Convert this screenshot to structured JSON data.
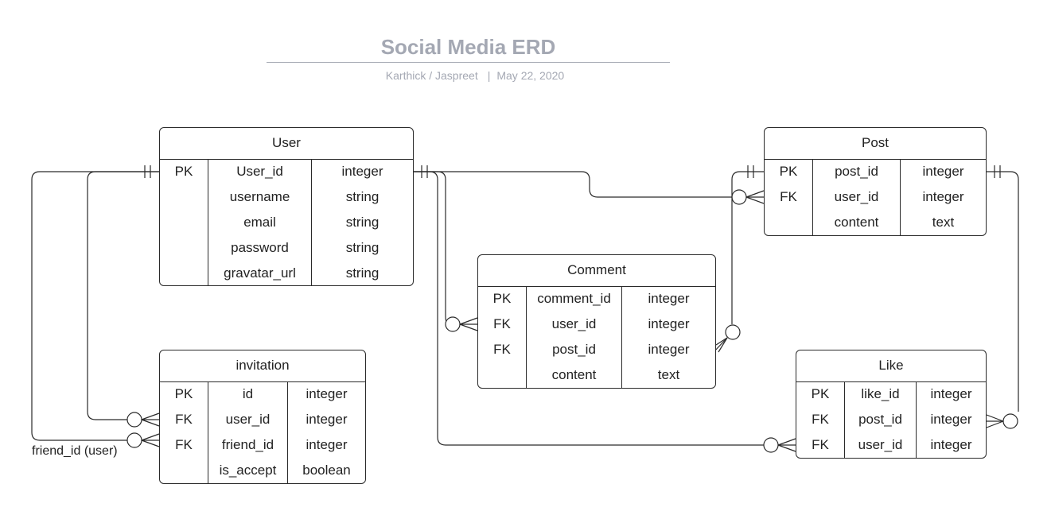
{
  "header": {
    "title": "Social Media ERD",
    "authors": "Karthick / Jaspreet",
    "separator": "|",
    "date": "May 22, 2020"
  },
  "entities": {
    "user": {
      "name": "User",
      "rows": [
        {
          "key": "PK",
          "field": "User_id",
          "type": "integer"
        },
        {
          "key": "",
          "field": "username",
          "type": "string"
        },
        {
          "key": "",
          "field": "email",
          "type": "string"
        },
        {
          "key": "",
          "field": "password",
          "type": "string"
        },
        {
          "key": "",
          "field": "gravatar_url",
          "type": "string"
        }
      ]
    },
    "post": {
      "name": "Post",
      "rows": [
        {
          "key": "PK",
          "field": "post_id",
          "type": "integer"
        },
        {
          "key": "FK",
          "field": "user_id",
          "type": "integer"
        },
        {
          "key": "",
          "field": "content",
          "type": "text"
        }
      ]
    },
    "comment": {
      "name": "Comment",
      "rows": [
        {
          "key": "PK",
          "field": "comment_id",
          "type": "integer"
        },
        {
          "key": "FK",
          "field": "user_id",
          "type": "integer"
        },
        {
          "key": "FK",
          "field": "post_id",
          "type": "integer"
        },
        {
          "key": "",
          "field": "content",
          "type": "text"
        }
      ]
    },
    "invitation": {
      "name": "invitation",
      "rows": [
        {
          "key": "PK",
          "field": "id",
          "type": "integer"
        },
        {
          "key": "FK",
          "field": "user_id",
          "type": "integer"
        },
        {
          "key": "FK",
          "field": "friend_id",
          "type": "integer"
        },
        {
          "key": "",
          "field": "is_accept",
          "type": "boolean"
        }
      ]
    },
    "like": {
      "name": "Like",
      "rows": [
        {
          "key": "PK",
          "field": "like_id",
          "type": "integer"
        },
        {
          "key": "FK",
          "field": "post_id",
          "type": "integer"
        },
        {
          "key": "FK",
          "field": "user_id",
          "type": "integer"
        }
      ]
    }
  },
  "relationship_labels": {
    "friend": "friend_id (user)"
  }
}
